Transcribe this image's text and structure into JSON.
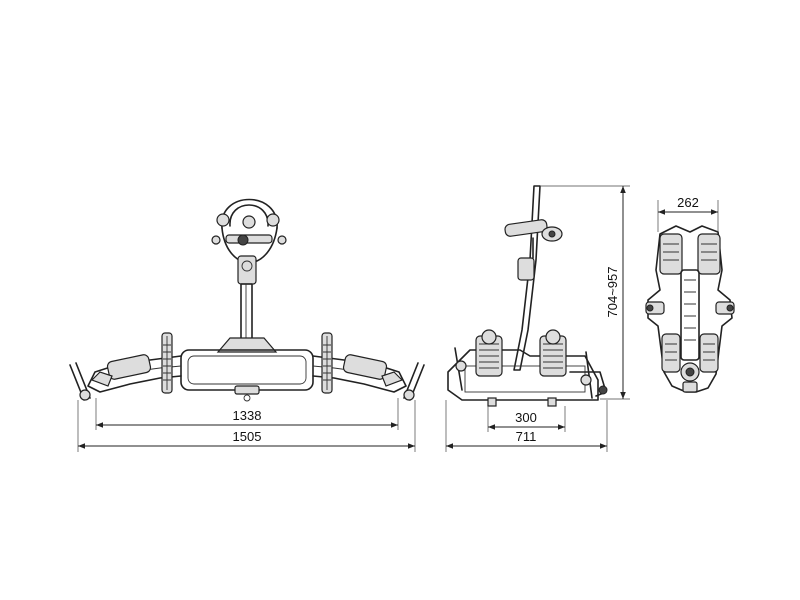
{
  "dimensions": {
    "front_inner_width": "1338",
    "front_overall_width": "1505",
    "side_platform_length": "300",
    "side_overall_length": "711",
    "side_height_range": "704~957",
    "top_width": "262"
  },
  "colors": {
    "line": "#222222",
    "background": "#ffffff"
  }
}
